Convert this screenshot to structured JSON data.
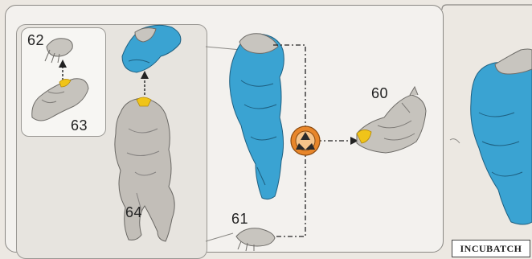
{
  "part_numbers": {
    "p62": "62",
    "p63": "63",
    "p64": "64",
    "p60": "60",
    "p61": "61"
  },
  "brand_label": "INCUBATCH",
  "icons": {
    "glue": "glue-symbol-icon"
  },
  "colors": {
    "blue_part": "#3aa3d2",
    "grey_part": "#bdbab5",
    "glue_symbol": "#e8862a",
    "adhesive_mark": "#f0c419"
  }
}
